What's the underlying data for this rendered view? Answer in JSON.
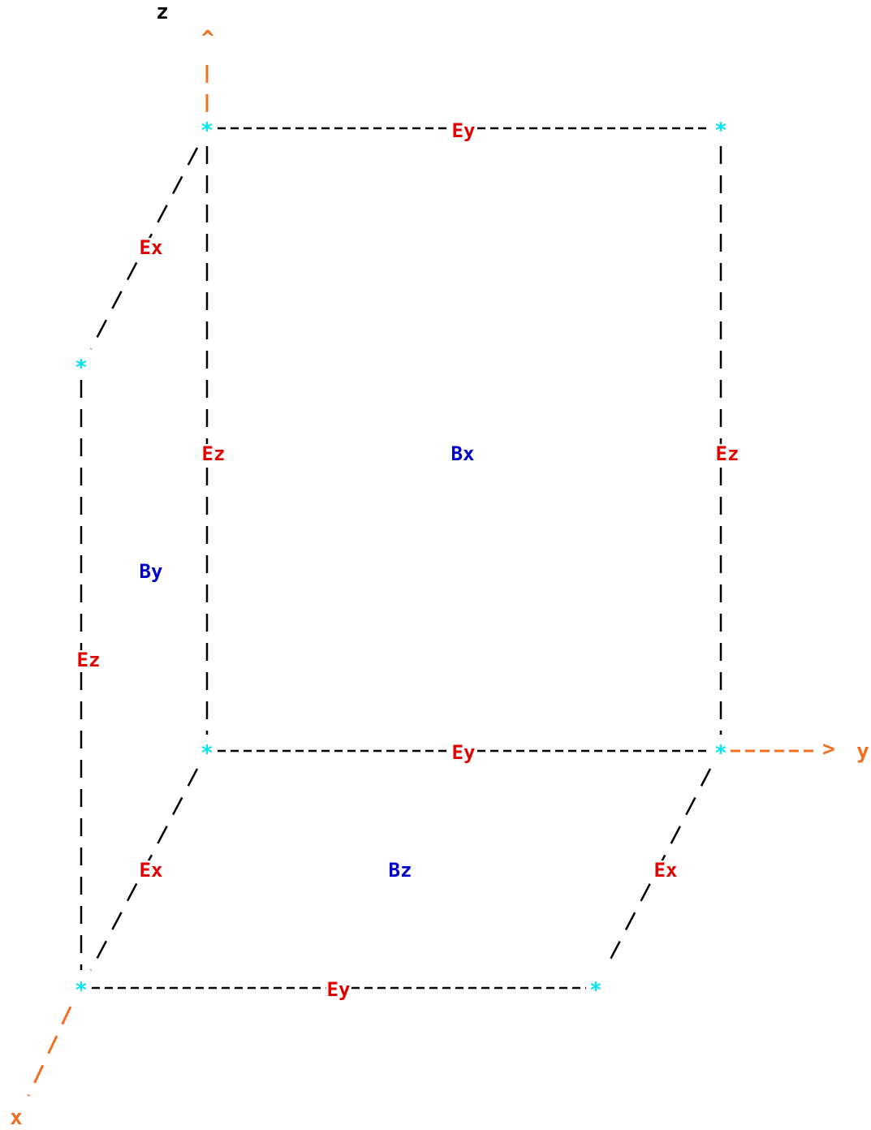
{
  "colors": {
    "edge": "#000000",
    "axis": "#f07020",
    "node": "#00e5f0",
    "e_field": "#e00000",
    "b_field": "#0000cc",
    "axis_label_z": "#000000"
  },
  "axes": {
    "z_label": "z",
    "y_label": "y",
    "x_label": "x",
    "z_arrowhead": "^",
    "y_arrowhead": ">"
  },
  "node_glyph": "*",
  "edge_labels": {
    "back_top": "Ey",
    "back_bottom": "Ey",
    "front_bottom": "Ey",
    "back_left_vertical": "Ez",
    "back_right_vertical": "Ez",
    "front_left_vertical": "Ez",
    "top_left_diagonal": "Ex",
    "bottom_left_diagonal": "Ex",
    "bottom_right_diagonal": "Ex"
  },
  "face_labels": {
    "back_face": "Bx",
    "left_face": "By",
    "bottom_face": "Bz"
  }
}
